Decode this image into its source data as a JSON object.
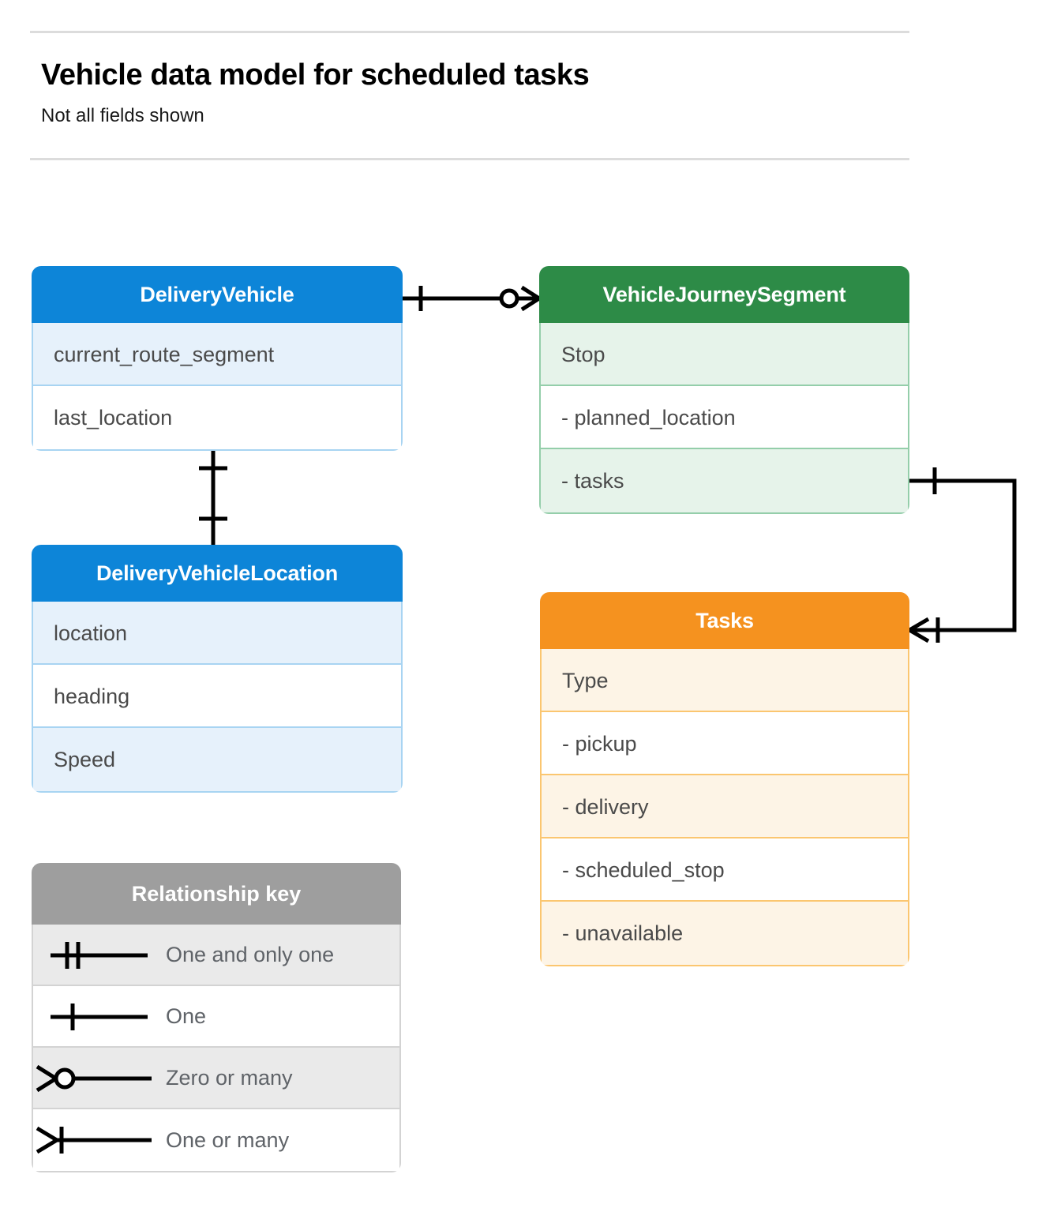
{
  "header": {
    "title": "Vehicle data model for scheduled tasks",
    "subtitle": "Not all fields shown"
  },
  "entities": [
    {
      "id": "delivery-vehicle",
      "name": "DeliveryVehicle",
      "color": "#0d85d8",
      "rows": [
        "current_route_segment",
        "last_location"
      ]
    },
    {
      "id": "vehicle-journey-segment",
      "name": "VehicleJourneySegment",
      "color": "#2d8b47",
      "rows": [
        "Stop",
        "-  planned_location",
        "- tasks"
      ]
    },
    {
      "id": "delivery-vehicle-location",
      "name": "DeliveryVehicleLocation",
      "color": "#0d85d8",
      "rows": [
        "location",
        "heading",
        "Speed"
      ]
    },
    {
      "id": "tasks",
      "name": "Tasks",
      "color": "#f5921f",
      "rows": [
        "Type",
        "-  pickup",
        "-  delivery",
        "-  scheduled_stop",
        "-  unavailable"
      ]
    }
  ],
  "legend": {
    "title": "Relationship key",
    "items": [
      {
        "symbol": "one-and-only-one",
        "label": "One and only one"
      },
      {
        "symbol": "one",
        "label": "One"
      },
      {
        "symbol": "zero-or-many",
        "label": "Zero or many"
      },
      {
        "symbol": "one-or-many",
        "label": "One or many"
      }
    ]
  },
  "relationships": [
    {
      "id": "vehicle-to-journey-segment",
      "from": "DeliveryVehicle",
      "to": "VehicleJourneySegment",
      "from_cardinality": "one",
      "to_cardinality": "zero-or-many"
    },
    {
      "id": "vehicle-to-vehicle-location",
      "from": "DeliveryVehicle",
      "to": "DeliveryVehicleLocation",
      "from_cardinality": "one",
      "to_cardinality": "one"
    },
    {
      "id": "journey-segment-to-tasks",
      "from": "VehicleJourneySegment",
      "to": "Tasks",
      "from_cardinality": "one",
      "to_cardinality": "one-or-many"
    }
  ]
}
